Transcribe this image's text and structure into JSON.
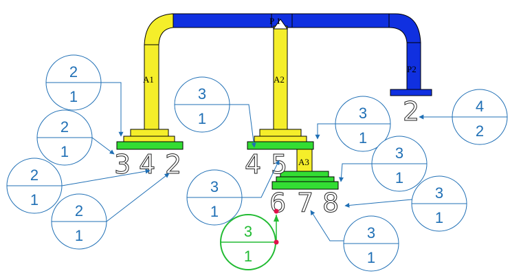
{
  "pipe_labels": [
    {
      "id": "a1",
      "text": "A1"
    },
    {
      "id": "a2",
      "text": "A2"
    },
    {
      "id": "a3",
      "text": "A3"
    },
    {
      "id": "p1",
      "text": "P 1"
    },
    {
      "id": "p2",
      "text": "P2"
    }
  ],
  "ports": [
    {
      "id": "a1-3",
      "text": "3"
    },
    {
      "id": "a1-4",
      "text": "4"
    },
    {
      "id": "a1-2",
      "text": "2"
    },
    {
      "id": "a2-4",
      "text": "4"
    },
    {
      "id": "a2-5",
      "text": "5"
    },
    {
      "id": "a3-6",
      "text": "6"
    },
    {
      "id": "a3-7",
      "text": "7"
    },
    {
      "id": "a3-8",
      "text": "8"
    },
    {
      "id": "p2-2",
      "text": "2"
    }
  ],
  "balloons": [
    {
      "id": "b1",
      "top": "2",
      "bottom": "1",
      "selected": false
    },
    {
      "id": "b2",
      "top": "2",
      "bottom": "1",
      "selected": false
    },
    {
      "id": "b3",
      "top": "2",
      "bottom": "1",
      "selected": false
    },
    {
      "id": "b4",
      "top": "2",
      "bottom": "1",
      "selected": false
    },
    {
      "id": "b5",
      "top": "3",
      "bottom": "1",
      "selected": false
    },
    {
      "id": "b6",
      "top": "3",
      "bottom": "1",
      "selected": false
    },
    {
      "id": "b7",
      "top": "3",
      "bottom": "1",
      "selected": false
    },
    {
      "id": "b8",
      "top": "3",
      "bottom": "1",
      "selected": false
    },
    {
      "id": "b9",
      "top": "3",
      "bottom": "1",
      "selected": false
    },
    {
      "id": "b10",
      "top": "3",
      "bottom": "1",
      "selected": false
    },
    {
      "id": "b11",
      "top": "4",
      "bottom": "2",
      "selected": false
    },
    {
      "id": "b12",
      "top": "3",
      "bottom": "1",
      "selected": true
    }
  ],
  "colors": {
    "pipe_yellow": "#f5ee2a",
    "pipe_blue": "#1030e0",
    "flange_green": "#33dd33",
    "balloon_blue": "#1f6fb5",
    "selected_green": "#22bb33",
    "handle_red": "#e0104a"
  }
}
